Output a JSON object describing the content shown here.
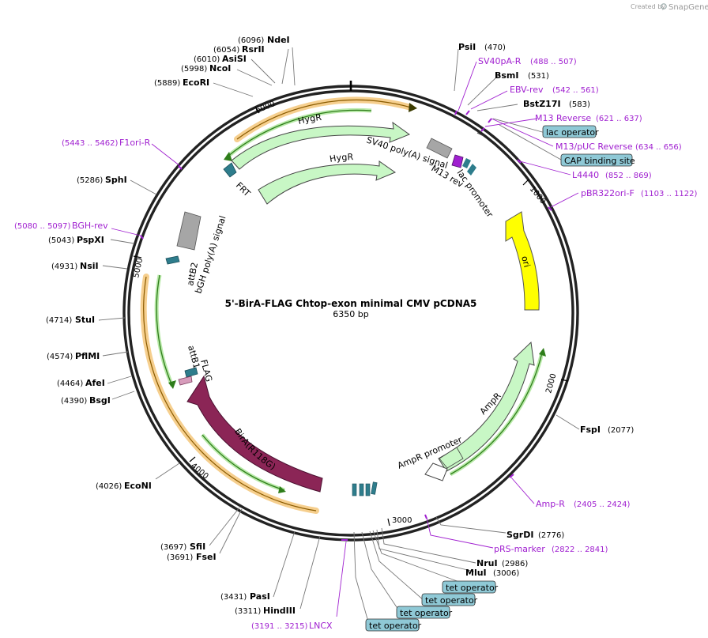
{
  "header": {
    "created_by": "Created by",
    "brand": "SnapGene"
  },
  "map": {
    "title": "5'-BirA-FLAG Chtop-exon minimal CMV pCDNA5",
    "subtitle": "6350 bp",
    "length_bp": 6350,
    "ticks": [
      "1000",
      "2000",
      "3000",
      "4000",
      "5000",
      "6000"
    ],
    "colors": {
      "backbone": "#222222",
      "primer": "#a020d0",
      "promoter": "#c8f7c5",
      "ori": "#ffff00",
      "cds_birA": "#8b2556",
      "terminator": "#a6a6a6",
      "feature_small": "#2e7d8c",
      "orange_highlight": "#f5a623",
      "green_orf": "#2e8b22",
      "box_fill": "#8fc9d6"
    },
    "restriction_sites": [
      {
        "name": "NdeI",
        "pos": "(6096)",
        "bp": 6096
      },
      {
        "name": "RsrII",
        "pos": "(6054)",
        "bp": 6054
      },
      {
        "name": "AsiSI",
        "pos": "(6010)",
        "bp": 6010
      },
      {
        "name": "NcoI",
        "pos": "(5998)",
        "bp": 5998
      },
      {
        "name": "EcoRI",
        "pos": "(5889)",
        "bp": 5889
      },
      {
        "name": "SphI",
        "pos": "(5286)",
        "bp": 5286
      },
      {
        "name": "PspXI",
        "pos": "(5043)",
        "bp": 5043
      },
      {
        "name": "NsiI",
        "pos": "(4931)",
        "bp": 4931
      },
      {
        "name": "StuI",
        "pos": "(4714)",
        "bp": 4714
      },
      {
        "name": "PflMI",
        "pos": "(4574)",
        "bp": 4574
      },
      {
        "name": "AfeI",
        "pos": "(4464)",
        "bp": 4464
      },
      {
        "name": "BsgI",
        "pos": "(4390)",
        "bp": 4390
      },
      {
        "name": "EcoNI",
        "pos": "(4026)",
        "bp": 4026
      },
      {
        "name": "SfiI",
        "pos": "(3697)",
        "bp": 3697
      },
      {
        "name": "FseI",
        "pos": "(3691)",
        "bp": 3691
      },
      {
        "name": "PasI",
        "pos": "(3431)",
        "bp": 3431
      },
      {
        "name": "HindIII",
        "pos": "(3311)",
        "bp": 3311
      },
      {
        "name": "PsiI",
        "pos": "(470)",
        "bp": 470
      },
      {
        "name": "BsmI",
        "pos": "(531)",
        "bp": 531
      },
      {
        "name": "BstZ17I",
        "pos": "(583)",
        "bp": 583
      },
      {
        "name": "FspI",
        "pos": "(2077)",
        "bp": 2077
      },
      {
        "name": "SgrDI",
        "pos": "(2776)",
        "bp": 2776
      },
      {
        "name": "NruI",
        "pos": "(2986)",
        "bp": 2986
      },
      {
        "name": "MluI",
        "pos": "(3006)",
        "bp": 3006
      }
    ],
    "primers": [
      {
        "name": "F1ori-R",
        "pos": "(5443 .. 5462)"
      },
      {
        "name": "BGH-rev",
        "pos": "(5080 .. 5097)"
      },
      {
        "name": "SV40pA-R",
        "pos": "(488 .. 507)"
      },
      {
        "name": "EBV-rev",
        "pos": "(542 .. 561)"
      },
      {
        "name": "M13 Reverse",
        "pos": "(621 .. 637)"
      },
      {
        "name": "M13/pUC Reverse",
        "pos": "(634 .. 656)"
      },
      {
        "name": "L4440",
        "pos": "(852 .. 869)"
      },
      {
        "name": "pBR322ori-F",
        "pos": "(1103 .. 1122)"
      },
      {
        "name": "Amp-R",
        "pos": "(2405 .. 2424)"
      },
      {
        "name": "pRS-marker",
        "pos": "(2822 .. 2841)"
      },
      {
        "name": "LNCX",
        "pos": "(3191 .. 3215)"
      }
    ],
    "boxed_features": [
      {
        "name": "lac operator"
      },
      {
        "name": "CAP binding site"
      },
      {
        "name": "tet operator"
      },
      {
        "name": "tet operator"
      },
      {
        "name": "tet operator"
      },
      {
        "name": "tet operator"
      }
    ],
    "features": {
      "hygr_outer": "HygR",
      "hygr_inner": "HygR",
      "sv40": "SV40 poly(A) signal",
      "m13rev": "M13 rev",
      "lacpromoter": "lac promoter",
      "ori": "ori",
      "ampr": "AmpR",
      "ampr_promoter": "AmpR promoter",
      "bira": "BirA(R118G)",
      "flag": "FLAG",
      "attb1": "attB1",
      "attb2": "attB2",
      "bgh": "bGH poly(A) signal",
      "frt": "FRT"
    }
  }
}
